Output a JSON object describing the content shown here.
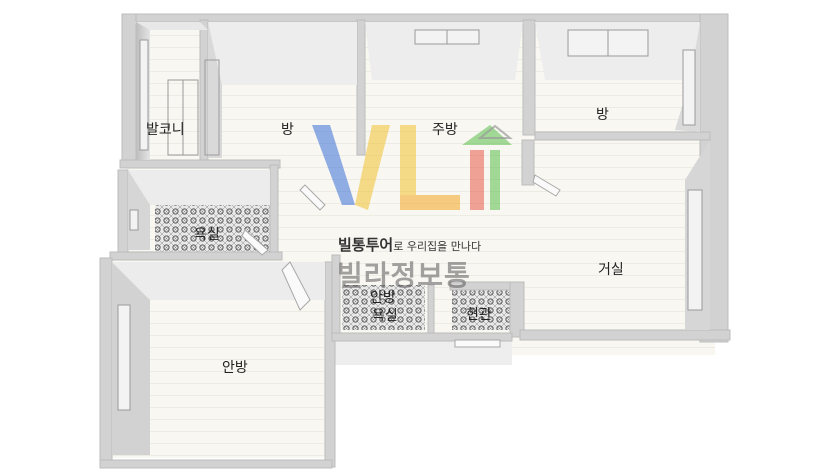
{
  "rooms": {
    "balcony": "발코니",
    "room1": "방",
    "kitchen": "주방",
    "room2": "방",
    "bathroom": "욕실",
    "living": "거실",
    "master_bath_line1": "안방",
    "master_bath_line2": "욕실",
    "entrance": "현관",
    "master": "안방"
  },
  "watermark": {
    "logo": "VLi",
    "tagline_bold": "빌통투어",
    "tagline_rest": "로 우리집을 만나다",
    "brand": "빌라정보통"
  },
  "colors": {
    "wall_top": "#d4d4d4",
    "wall_side": "#c9c9c9",
    "floor": "#f7f6f1",
    "tile": "#dcdcdc",
    "window": "#e3e3e3"
  }
}
